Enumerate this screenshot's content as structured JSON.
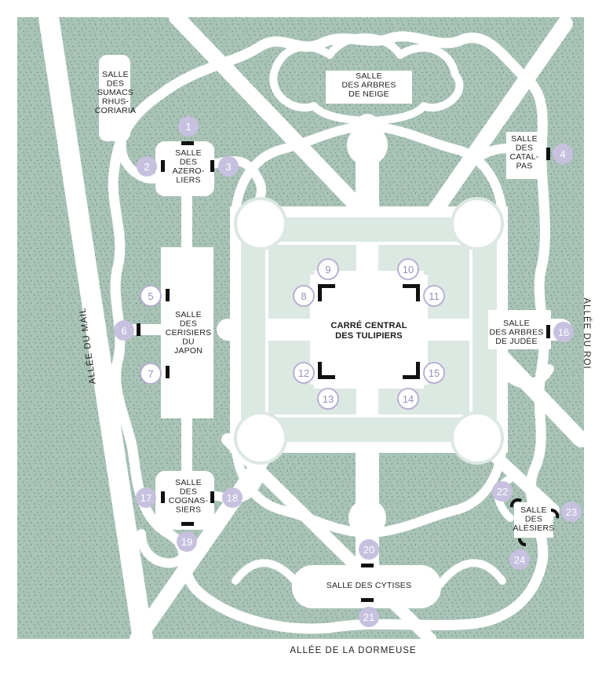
{
  "colors": {
    "lawn": "#a9c3b7",
    "path": "#ffffff",
    "central": "#dce8e2",
    "marker_fill": "#c7c0df",
    "marker_text": "#ffffff",
    "marker_outline_stroke": "#b3acd2",
    "marker_outline_text": "#9890c0",
    "entry": "#111111"
  },
  "roads": {
    "left": "ALLÉE DU MAIL",
    "right": "ALLÉE DU ROI",
    "bottom": "ALLÉE DE LA DORMEUSE"
  },
  "salles": {
    "sumacs": [
      "SALLE",
      "DES",
      "SUMACS",
      "RHUS-",
      "CORIARIA"
    ],
    "arbres_neige": [
      "SALLE",
      "DES ARBRES",
      "DE NEIGE"
    ],
    "azeroliers": [
      "SALLE",
      "DES",
      "AZERO-",
      "LIERS"
    ],
    "catalpas": [
      "SALLE",
      "DES",
      "CATAL-",
      "PAS"
    ],
    "cerisiers": [
      "SALLE",
      "DES",
      "CERISIERS",
      "DU",
      "JAPON"
    ],
    "tulipiers": [
      "CARRÉ CENTRAL",
      "DES TULIPIERS"
    ],
    "judee": [
      "SALLE",
      "DES ARBRES",
      "DE JUDÉE"
    ],
    "cognassiers": [
      "SALLE",
      "DES",
      "COGNAS-",
      "SIERS"
    ],
    "alesiers": [
      "SALLE",
      "DES",
      "ALÉSIERS"
    ],
    "cytises": [
      "SALLE DES CYTISES"
    ]
  },
  "markers": [
    {
      "n": "1",
      "style": "filled"
    },
    {
      "n": "2",
      "style": "filled"
    },
    {
      "n": "3",
      "style": "filled"
    },
    {
      "n": "4",
      "style": "filled"
    },
    {
      "n": "5",
      "style": "outline"
    },
    {
      "n": "6",
      "style": "filled"
    },
    {
      "n": "7",
      "style": "outline"
    },
    {
      "n": "8",
      "style": "outline"
    },
    {
      "n": "9",
      "style": "outline"
    },
    {
      "n": "10",
      "style": "outline"
    },
    {
      "n": "11",
      "style": "outline"
    },
    {
      "n": "12",
      "style": "outline"
    },
    {
      "n": "13",
      "style": "outline"
    },
    {
      "n": "14",
      "style": "outline"
    },
    {
      "n": "15",
      "style": "outline"
    },
    {
      "n": "16",
      "style": "filled"
    },
    {
      "n": "17",
      "style": "filled"
    },
    {
      "n": "18",
      "style": "filled"
    },
    {
      "n": "19",
      "style": "filled"
    },
    {
      "n": "20",
      "style": "filled"
    },
    {
      "n": "21",
      "style": "filled"
    },
    {
      "n": "22",
      "style": "filled"
    },
    {
      "n": "23",
      "style": "filled"
    },
    {
      "n": "24",
      "style": "filled"
    }
  ]
}
